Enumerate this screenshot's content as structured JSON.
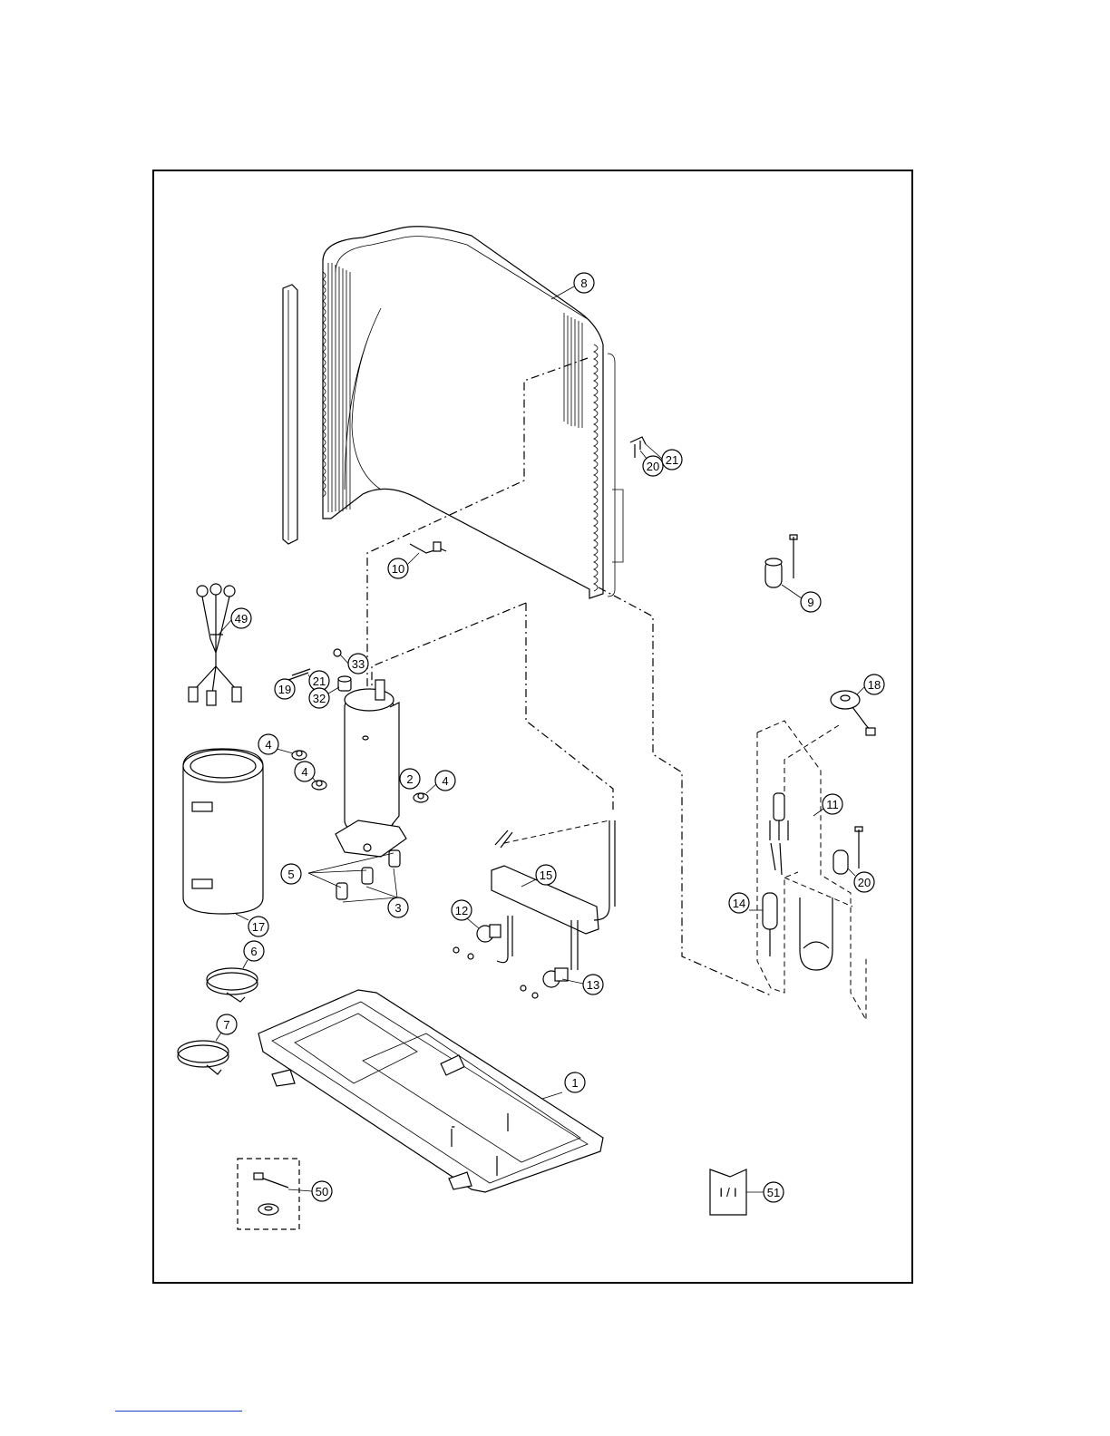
{
  "diagram": {
    "part_numbers": [
      "1",
      "2",
      "3",
      "4",
      "5",
      "6",
      "7",
      "8",
      "9",
      "10",
      "11",
      "12",
      "13",
      "14",
      "15",
      "17",
      "18",
      "19",
      "20",
      "21",
      "32",
      "33",
      "49",
      "50",
      "51"
    ],
    "manual_symbol": "I / I"
  },
  "colors": {
    "line": "#000000",
    "background": "#ffffff",
    "footer_link": "#1a3fc8"
  }
}
